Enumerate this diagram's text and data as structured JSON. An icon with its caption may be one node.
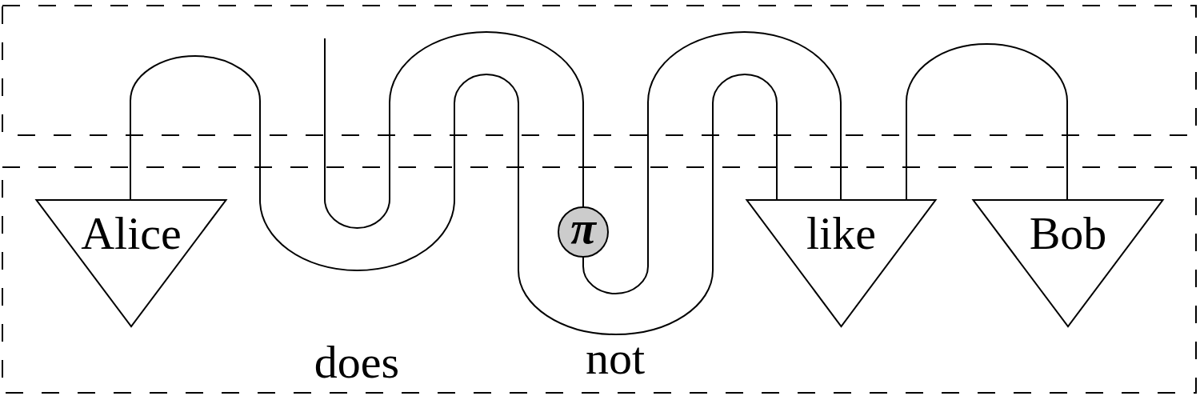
{
  "diagram": {
    "nodes": [
      {
        "text": [
          "Alice"
        ]
      },
      {
        "text": [
          "π"
        ]
      },
      {
        "text": [
          "like"
        ]
      },
      {
        "text": [
          "Bob"
        ]
      }
    ],
    "edges": [
      {
        "from": 0,
        "to": 2,
        "arrow": "none"
      },
      {
        "from": null,
        "to": 1,
        "arrow": "none"
      },
      {
        "from": 1,
        "to": 2,
        "arrow": "none"
      },
      {
        "from": 2,
        "to": 3,
        "arrow": "none"
      }
    ],
    "labels": [
      "does",
      "not"
    ]
  }
}
